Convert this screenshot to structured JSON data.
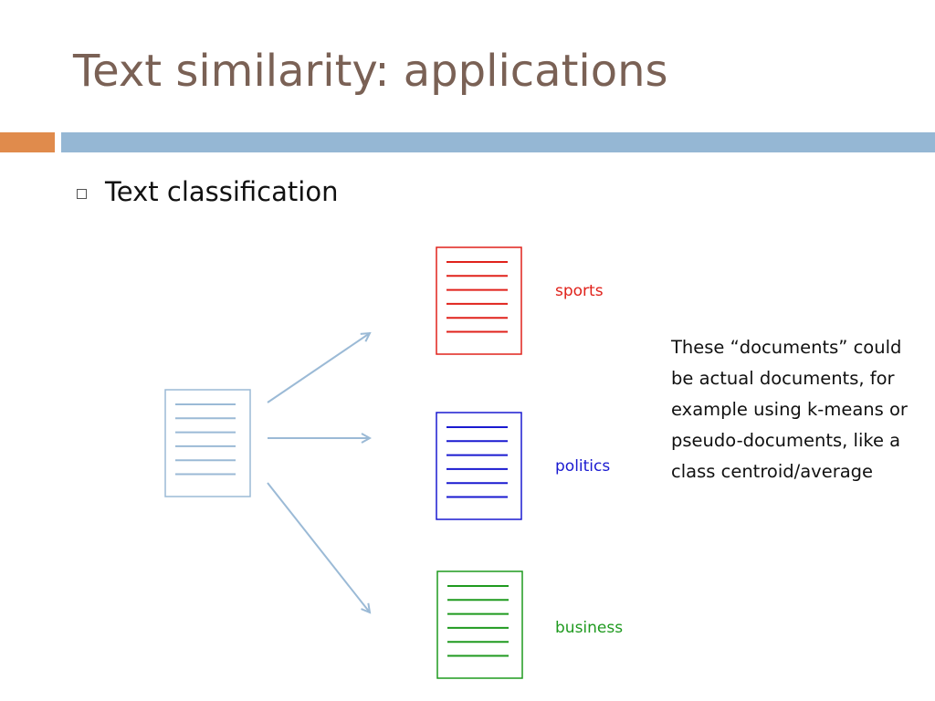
{
  "slide": {
    "title": "Text similarity: applications",
    "bullet": "Text classification"
  },
  "diagram": {
    "classes": [
      {
        "name": "sports",
        "color": "#e0221b"
      },
      {
        "name": "politics",
        "color": "#1a1ad0"
      },
      {
        "name": "business",
        "color": "#1f9a1f"
      }
    ],
    "input_document_color": "#9bbad6",
    "arrow_color": "#9bbad6"
  },
  "note": "These “documents” could be actual documents, for example using k-means or pseudo-documents, like a class centroid/average",
  "colors": {
    "title": "#7a6155",
    "accent_bar": "#e08b4c",
    "header_bar": "#95b7d4"
  }
}
